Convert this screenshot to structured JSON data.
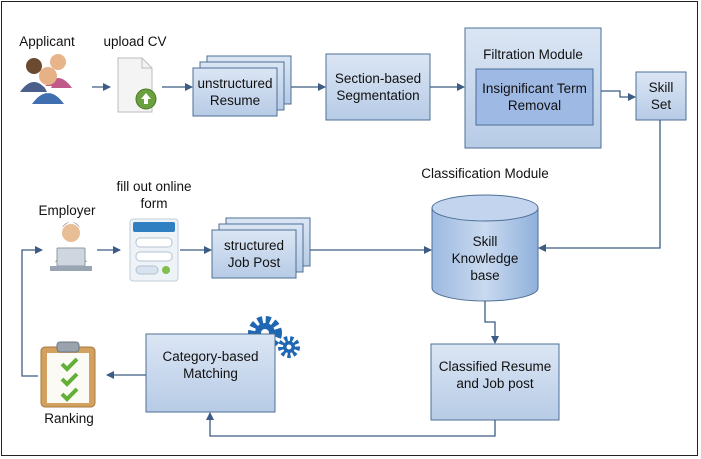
{
  "labels": {
    "applicant": "Applicant",
    "upload_cv": "upload CV",
    "unstructured_resume": "unstructured\nResume",
    "section_segmentation": "Section-based\nSegmentation",
    "filtration_module": "Filtration Module",
    "insignificant_term_removal": "Insignificant Term\nRemoval",
    "skill_set": "Skill\nSet",
    "classification_module": "Classification Module",
    "employer": "Employer",
    "fill_out_form": "fill out online\nform",
    "structured_job_post": "structured\nJob Post",
    "skill_knowledge_base": "Skill\nKnowledge\nbase",
    "category_matching": "Category-based\nMatching",
    "classified_resume": "Classified Resume\nand Job post",
    "ranking": "Ranking"
  },
  "icons": [
    "applicants-icon",
    "cv-document-icon",
    "employer-icon",
    "online-form-icon",
    "gears-icon",
    "ranking-clipboard-icon"
  ],
  "colors": {
    "box_fill": "#c9d9ee",
    "box_border": "#4d6f96",
    "inner_box_fill": "#9db9e4",
    "arrow": "#3c5c85"
  }
}
